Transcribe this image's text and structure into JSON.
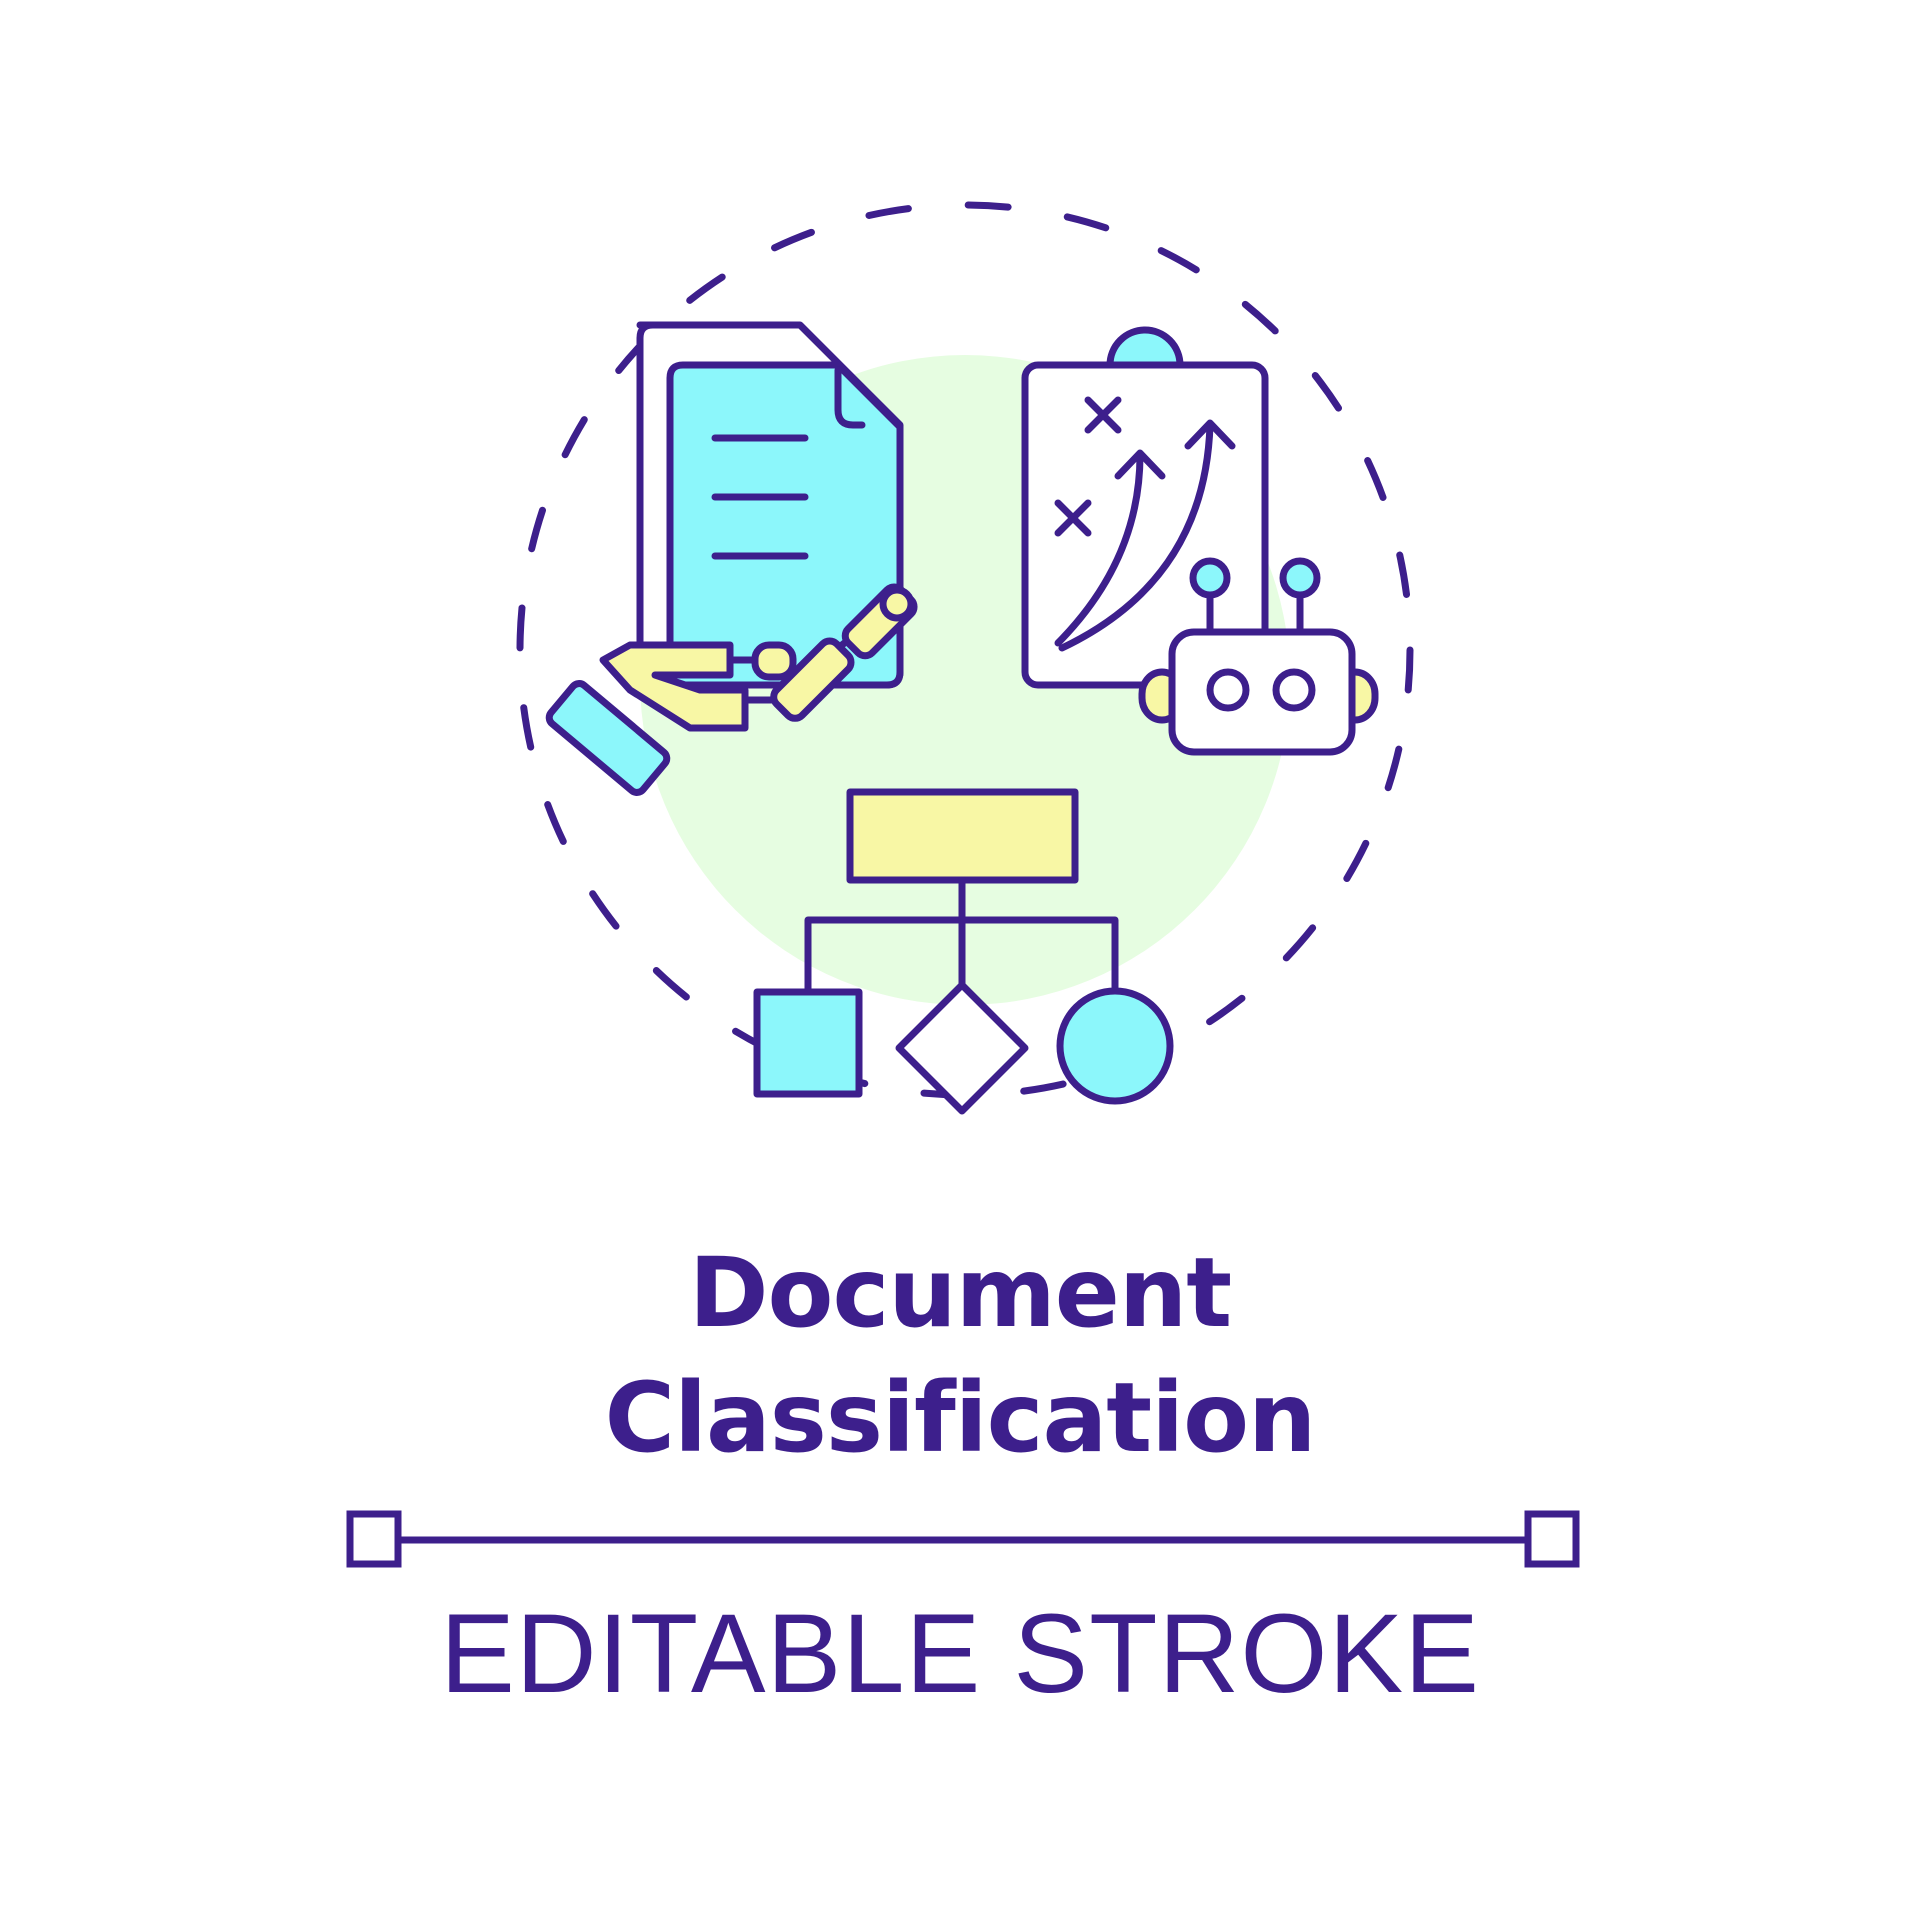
{
  "colors": {
    "stroke": "#3d1f8c",
    "cyan": "#8cf7fb",
    "yellow": "#f8f7a5",
    "mint": "#e6fde1",
    "background": "#ffffff"
  },
  "icons": [
    "document-icon",
    "robot-hand-icon",
    "strategy-board-icon",
    "robot-head-icon",
    "flowchart-icon"
  ],
  "title": {
    "line1": "Document",
    "line2": "Classification"
  },
  "caption": "EDITABLE STROKE"
}
